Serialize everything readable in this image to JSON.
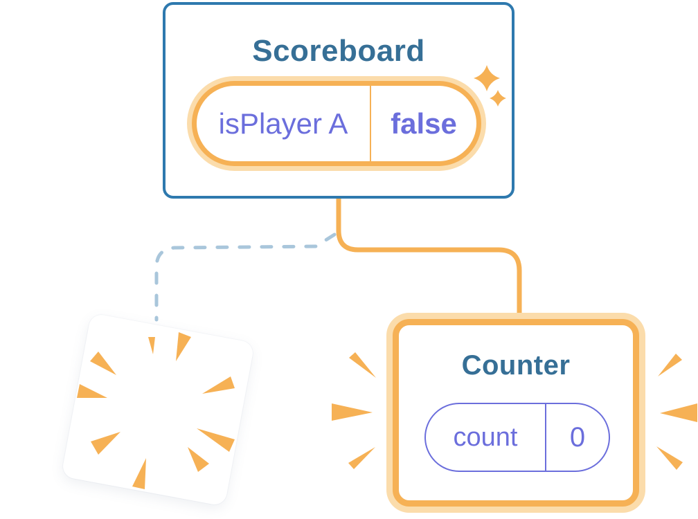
{
  "colors": {
    "orange": "#f6b155",
    "orange_light": "#fbdcab",
    "blue_border": "#2e79ae",
    "title_blue": "#366f96",
    "purple": "#6b6edc",
    "dash_blue": "#a9c6db",
    "card_bg": "#ffffff"
  },
  "scoreboard": {
    "title": "Scoreboard",
    "state": {
      "key": "isPlayer A",
      "value": "false"
    }
  },
  "counter": {
    "title": "Counter",
    "state": {
      "key": "count",
      "value": "0"
    }
  },
  "icons": {
    "sparkles": "sparkle-icon",
    "poof_burst": "poof-burst-icon",
    "emphasis_burst": "emphasis-burst-icon"
  }
}
